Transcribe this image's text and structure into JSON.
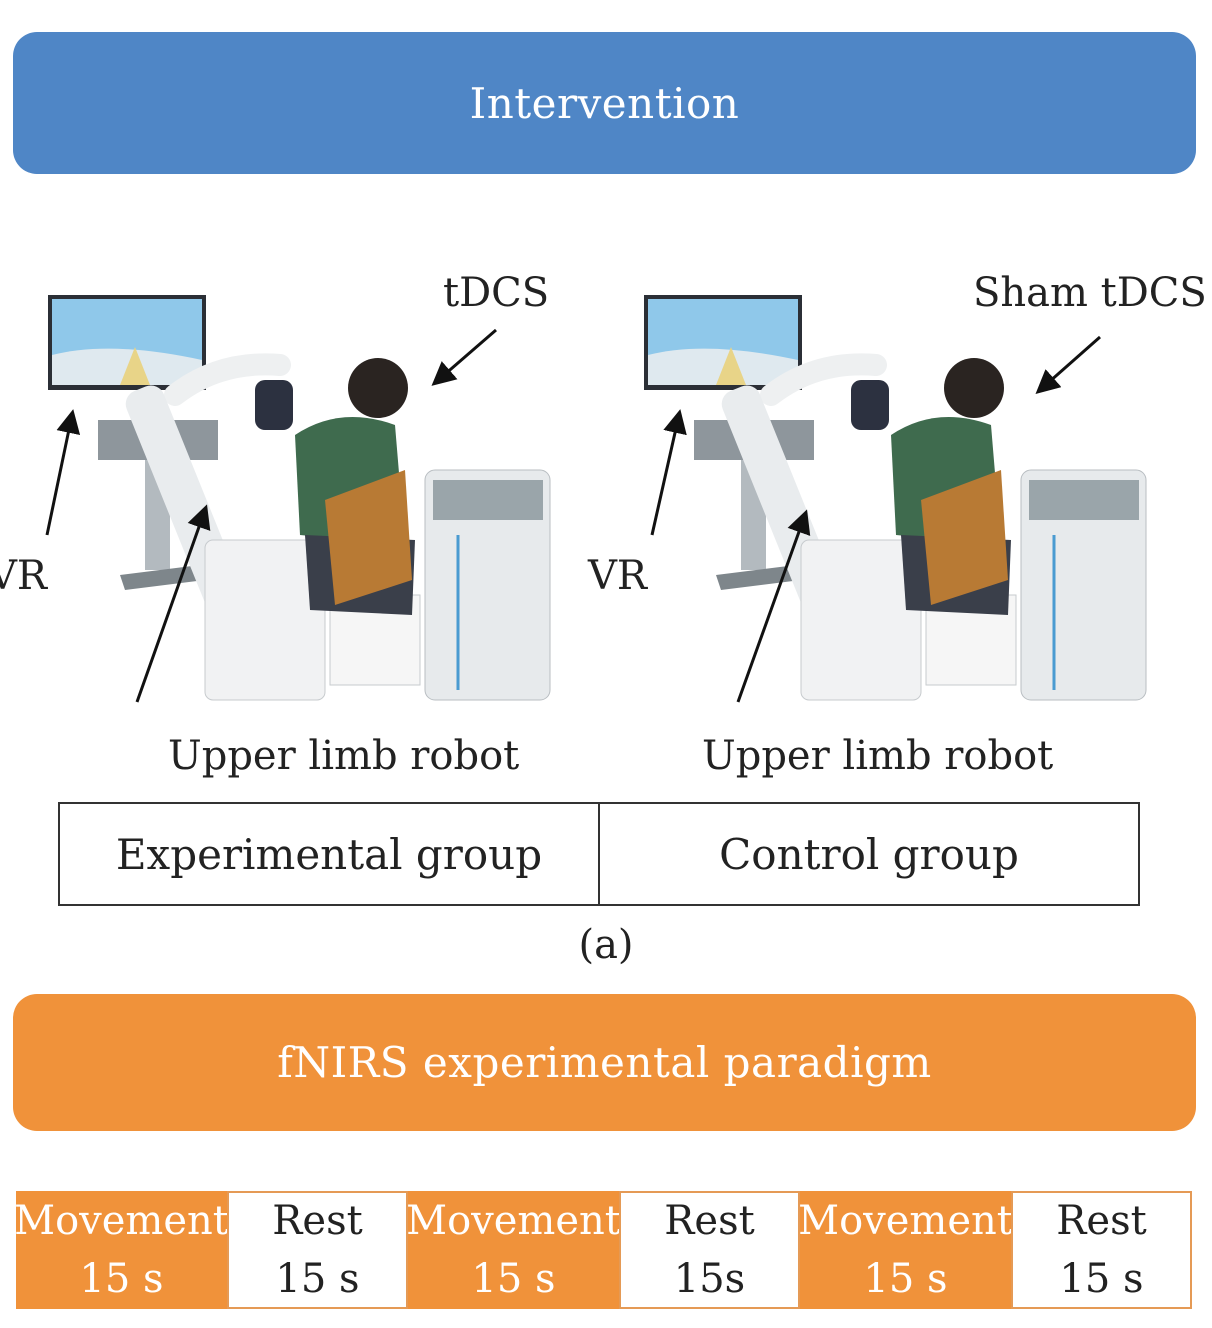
{
  "colors": {
    "intervention_banner": "#4f86c6",
    "fnirs_banner": "#f0923a",
    "movement_block": "#f0923a"
  },
  "intervention": {
    "title": "Intervention"
  },
  "experimental": {
    "stimulation_label": "tDCS",
    "vr_label": "VR",
    "robot_label": "Upper limb robot",
    "group_label": "Experimental group"
  },
  "control": {
    "stimulation_label": "Sham tDCS",
    "vr_label": "VR",
    "robot_label": "Upper limb robot",
    "group_label": "Control group"
  },
  "caption": "(a)",
  "fnirs": {
    "title": "fNIRS experimental paradigm",
    "blocks": [
      {
        "kind": "move",
        "name": "Movement",
        "duration": "15 s"
      },
      {
        "kind": "rest",
        "name": "Rest",
        "duration": "15 s"
      },
      {
        "kind": "move",
        "name": "Movement",
        "duration": "15 s"
      },
      {
        "kind": "rest",
        "name": "Rest",
        "duration": "15s"
      },
      {
        "kind": "move",
        "name": "Movement",
        "duration": "15 s"
      },
      {
        "kind": "rest",
        "name": "Rest",
        "duration": "15 s"
      }
    ]
  }
}
